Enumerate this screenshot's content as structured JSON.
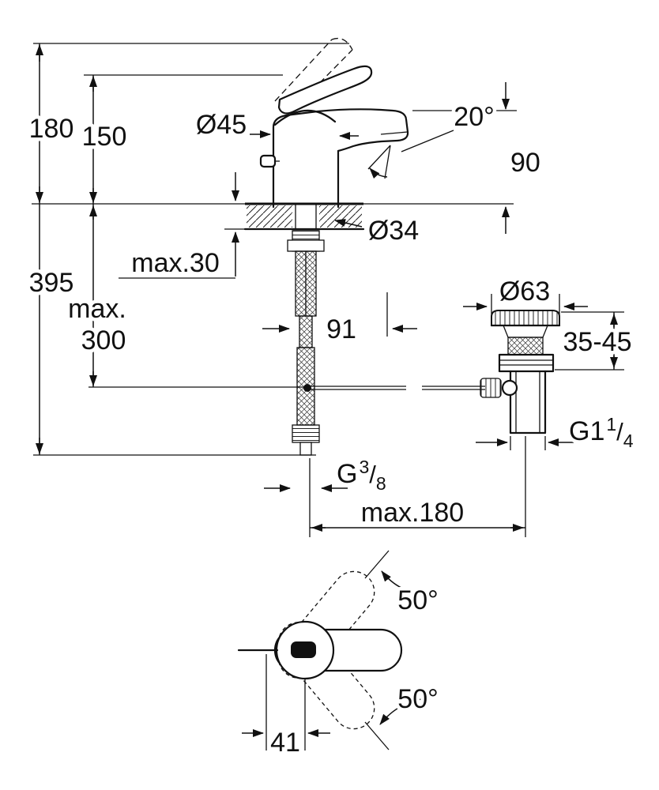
{
  "meta": {
    "type": "technical-drawing",
    "background": "#ffffff",
    "line_color": "#111111"
  },
  "labels": {
    "d180": "180",
    "d150": "150",
    "d395": "395",
    "maxWord": "max.",
    "d300": "300",
    "dia45": "Ø45",
    "angle20": "20°",
    "d90": "90",
    "max30": "max.30",
    "dia34": "Ø34",
    "d91": "91",
    "dia63": "Ø63",
    "r3545": "35-45",
    "g114": {
      "base": "G1",
      "sup": "1",
      "slash": "/",
      "sub": "4"
    },
    "g38": {
      "base": "G",
      "sup": "3",
      "slash": "/",
      "sub": "8"
    },
    "max180": "max.180",
    "angle50Top": "50°",
    "angle50Bottom": "50°",
    "d41": "41"
  }
}
